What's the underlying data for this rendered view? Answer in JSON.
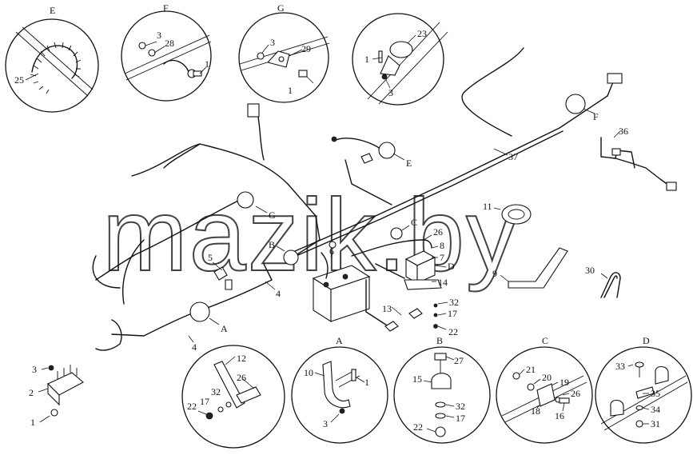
{
  "watermark": "mazik.by",
  "corner_mark": "",
  "detail_titles": {
    "E": "E",
    "F": "F",
    "G": "G",
    "A": "A",
    "B": "B",
    "C": "C",
    "D": "D"
  },
  "callouts": {
    "n1": "1",
    "n2": "2",
    "n3": "3",
    "n4": "4",
    "n5": "5",
    "n6": "6",
    "n7": "7",
    "n8": "8",
    "n9": "9",
    "n10": "10",
    "n11": "11",
    "n12": "12",
    "n13": "13",
    "n14": "14",
    "n15": "15",
    "n16": "16",
    "n17": "17",
    "n18": "18",
    "n19": "19",
    "n20": "20",
    "n21": "21",
    "n22": "22",
    "n23": "23",
    "n25": "25",
    "n26": "26",
    "n27": "27",
    "n28": "28",
    "n29": "29",
    "n30": "30",
    "n31": "31",
    "n32": "32",
    "n33": "33",
    "n34": "34",
    "n35": "35",
    "n36": "36",
    "n37": "37"
  },
  "view_refs": {
    "A": "A",
    "B": "B",
    "C": "C",
    "D": "D",
    "E": "E",
    "F": "F",
    "G": "G"
  }
}
